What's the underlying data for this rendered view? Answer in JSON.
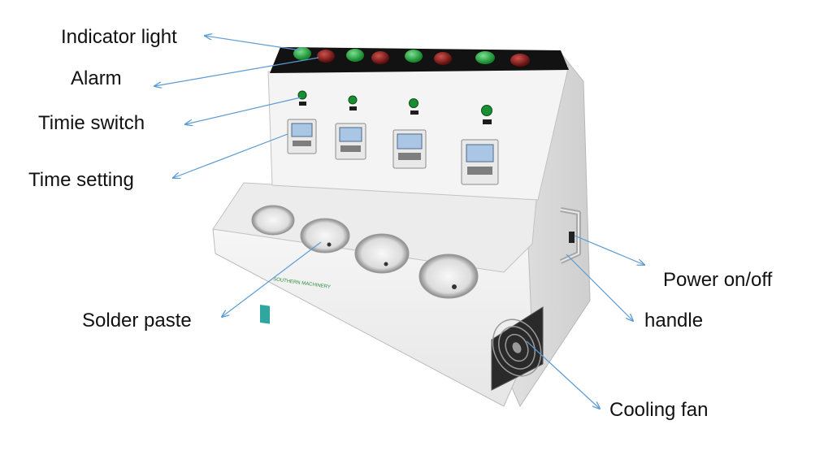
{
  "labels": {
    "indicator_light": "Indicator light",
    "alarm": "Alarm",
    "time_switch": "Timie switch",
    "time_setting": "Time setting",
    "solder_paste": "Solder paste",
    "power": "Power on/off",
    "handle": "handle",
    "cooling_fan": "Cooling fan"
  },
  "brand_logo": "SOUTHERN MACHINERY",
  "colors": {
    "arrow": "#5b9bd5",
    "body": "#f1f1f1",
    "top_panel": "#111111",
    "indicator": "#1fa33a",
    "alarm": "#9a1c1c"
  }
}
